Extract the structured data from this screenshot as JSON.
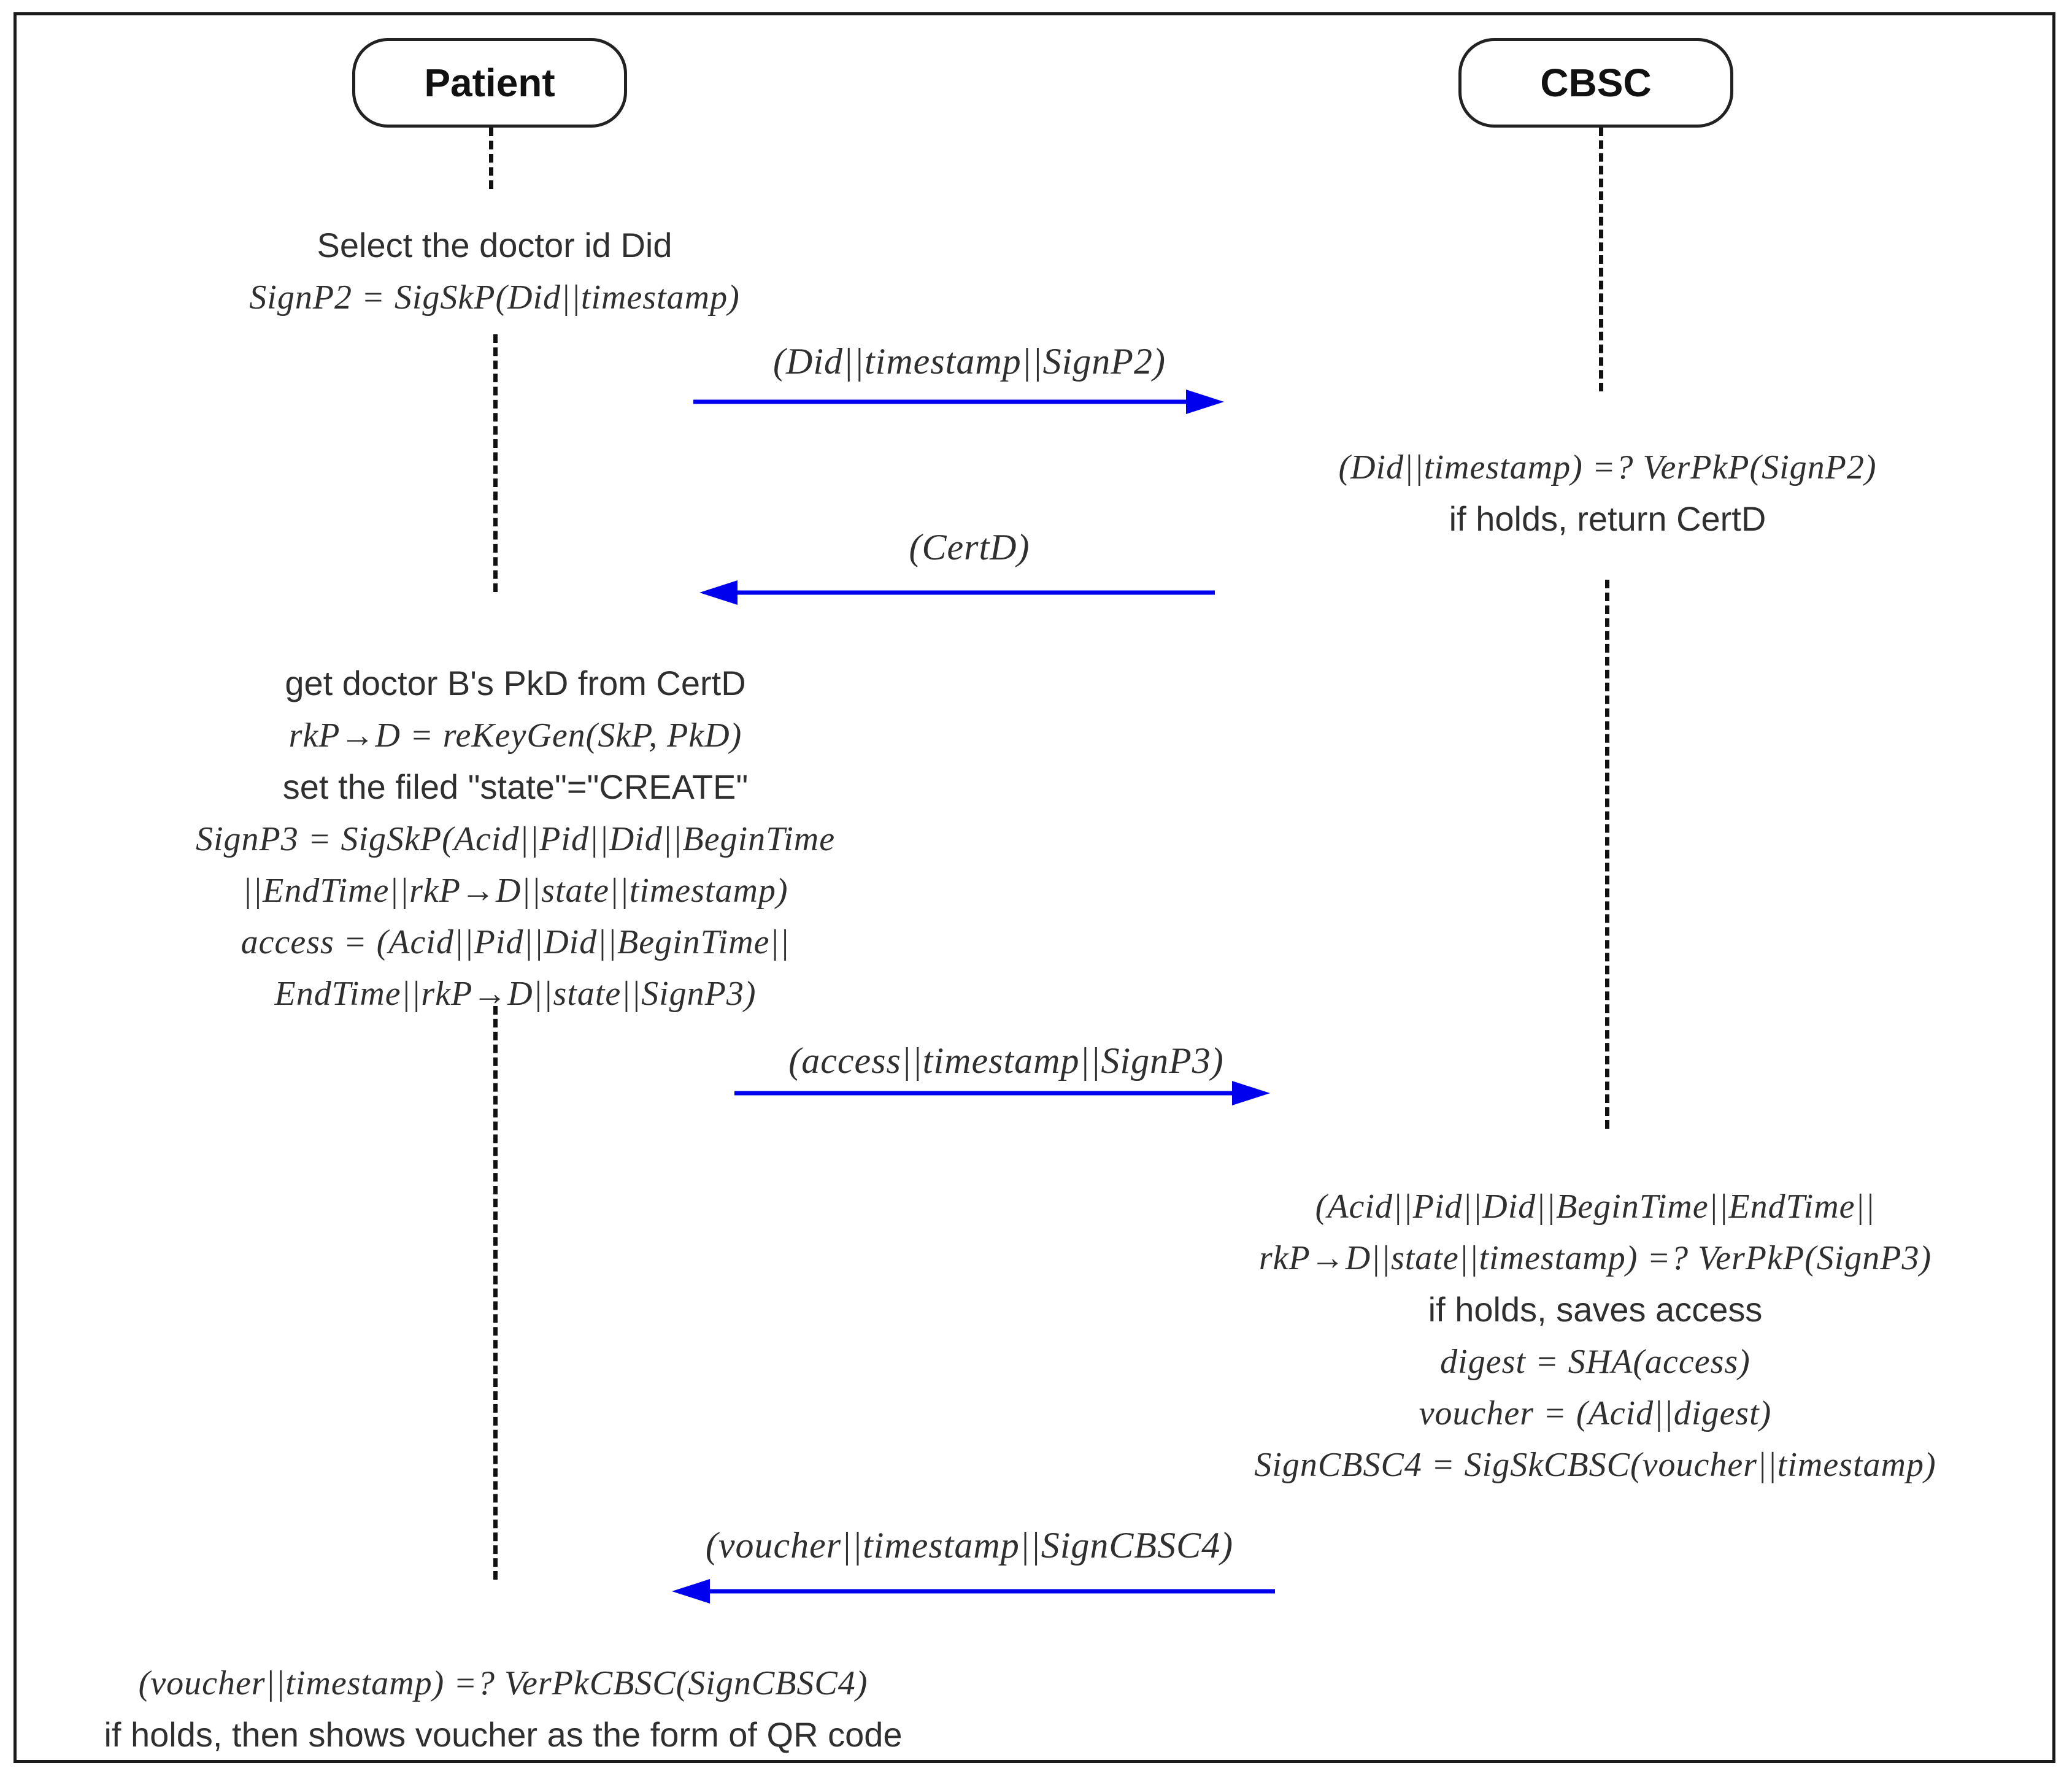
{
  "actors": {
    "patient": "Patient",
    "cbsc": "CBSC"
  },
  "steps": {
    "patient_select": [
      "Select the doctor id Did",
      "SignP2 = SigSkP(Did||timestamp)"
    ],
    "msg1": "(Did||timestamp||SignP2)",
    "cbsc_verify1": [
      "(Did||timestamp) =? VerPkP(SignP2)",
      "if holds, return CertD"
    ],
    "msg2": "(CertD)",
    "patient_rekey": [
      "get doctor B's PkD from CertD",
      "rkP→D = reKeyGen(SkP, PkD)",
      "set the filed \"state\"=\"CREATE\"",
      "SignP3 = SigSkP(Acid||Pid||Did||BeginTime",
      "||EndTime||rkP→D||state||timestamp)",
      "access = (Acid||Pid||Did||BeginTime||",
      "EndTime||rkP→D||state||SignP3)"
    ],
    "msg3": "(access||timestamp||SignP3)",
    "cbsc_verify2": [
      "(Acid||Pid||Did||BeginTime||EndTime||",
      "rkP→D||state||timestamp) =? VerPkP(SignP3)",
      "if holds, saves access",
      "digest = SHA(access)",
      "voucher = (Acid||digest)",
      "SignCBSC4 = SigSkCBSC(voucher||timestamp)"
    ],
    "msg4": "(voucher||timestamp||SignCBSC4)",
    "patient_verify": [
      "(voucher||timestamp) =? VerPkCBSC(SignCBSC4)",
      "if holds, then shows voucher as the form of QR code"
    ]
  },
  "colors": {
    "arrow": "#0000ee",
    "text": "#2f2f2f",
    "border": "#1a1a1a"
  }
}
